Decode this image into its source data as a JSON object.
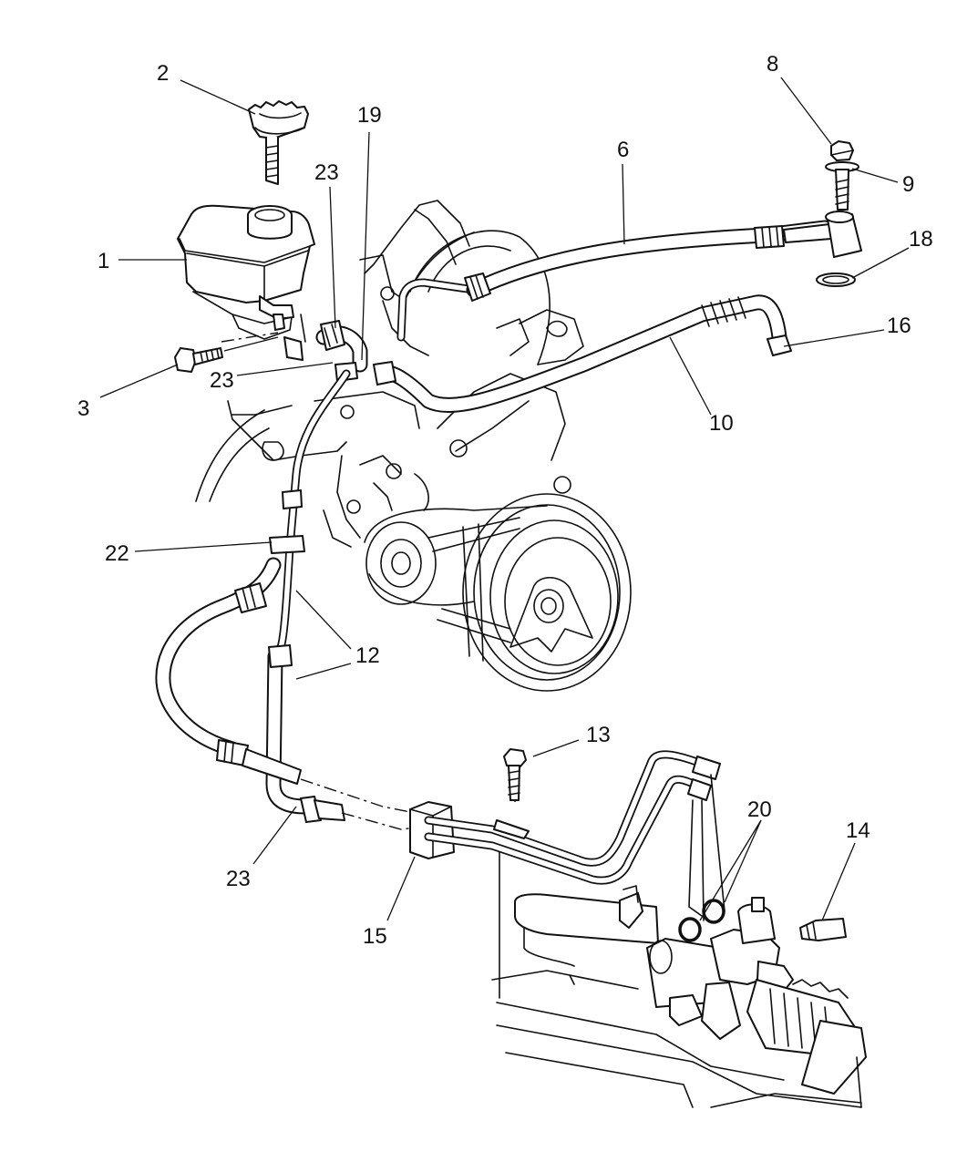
{
  "callouts": [
    {
      "id": "1",
      "label": "1"
    },
    {
      "id": "2",
      "label": "2"
    },
    {
      "id": "3",
      "label": "3"
    },
    {
      "id": "6",
      "label": "6"
    },
    {
      "id": "8",
      "label": "8"
    },
    {
      "id": "9",
      "label": "9"
    },
    {
      "id": "10",
      "label": "10"
    },
    {
      "id": "12a",
      "label": "12"
    },
    {
      "id": "13",
      "label": "13"
    },
    {
      "id": "14",
      "label": "14"
    },
    {
      "id": "15",
      "label": "15"
    },
    {
      "id": "16",
      "label": "16"
    },
    {
      "id": "18",
      "label": "18"
    },
    {
      "id": "19",
      "label": "19"
    },
    {
      "id": "20",
      "label": "20"
    },
    {
      "id": "22",
      "label": "22"
    },
    {
      "id": "23a",
      "label": "23"
    },
    {
      "id": "23b",
      "label": "23"
    },
    {
      "id": "23c",
      "label": "23"
    }
  ]
}
